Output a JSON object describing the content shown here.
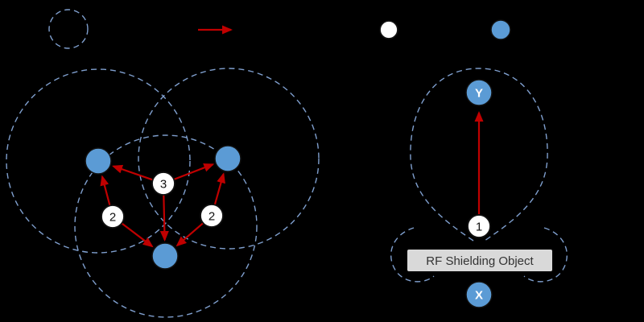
{
  "colors": {
    "background": "#000000",
    "range_outline": "#7f9fce",
    "node_blue": "#5b9bd5",
    "node_white": "#ffffff",
    "arrow_red": "#c00000",
    "shield_box_bg": "#d9d9d9",
    "shield_box_text": "#333333"
  },
  "legend": {
    "items": [
      {
        "icon": "dashed-range-circle-icon"
      },
      {
        "icon": "red-arrow-icon"
      },
      {
        "icon": "white-node-icon"
      },
      {
        "icon": "blue-node-icon"
      }
    ]
  },
  "left_diagram": {
    "counter_left": "2",
    "counter_center": "3",
    "counter_right": "2"
  },
  "right_diagram": {
    "top_node_label": "Y",
    "source_counter": "1",
    "bottom_node_label": "X",
    "shield_label": "RF Shielding Object"
  }
}
